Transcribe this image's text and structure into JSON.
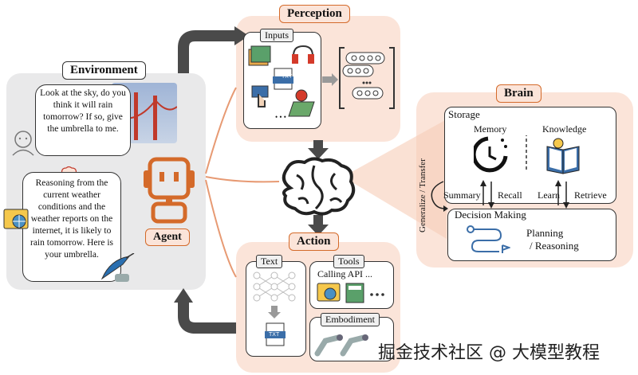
{
  "environment": {
    "title": "Environment",
    "human_message": "Look at the sky, do you think it will rain tomorrow? If so, give the umbrella to me.",
    "agent_message": "Reasoning from the current weather conditions and the weather reports on the internet, it is likely to rain tomorrow. Here is your umbrella.",
    "agent_label": "Agent"
  },
  "perception": {
    "title": "Perception",
    "inputs_label": "Inputs",
    "more": "• • •",
    "txt_icon": "TXT"
  },
  "action": {
    "title": "Action",
    "text_label": "Text",
    "tools_label": "Tools",
    "calling_api": "Calling API ...",
    "embodiment_label": "Embodiment",
    "txt_icon": "TXT",
    "more": "• • •"
  },
  "brain": {
    "title": "Brain",
    "storage_label": "Storage",
    "memory_label": "Memory",
    "knowledge_label": "Knowledge",
    "summary": "Summary",
    "recall": "Recall",
    "learn": "Learn",
    "retrieve": "Retrieve",
    "generalize": "Generalize / Transfer",
    "decision_label": "Decision Making",
    "planning": "Planning",
    "reasoning": "/ Reasoning"
  },
  "watermark": "掘金技术社区 @ 大模型教程",
  "colors": {
    "orange": "#d46a2a",
    "panel": "#fbe4d9",
    "env_panel": "#e9e9ea",
    "dark_arrow": "#4a4a4a"
  }
}
